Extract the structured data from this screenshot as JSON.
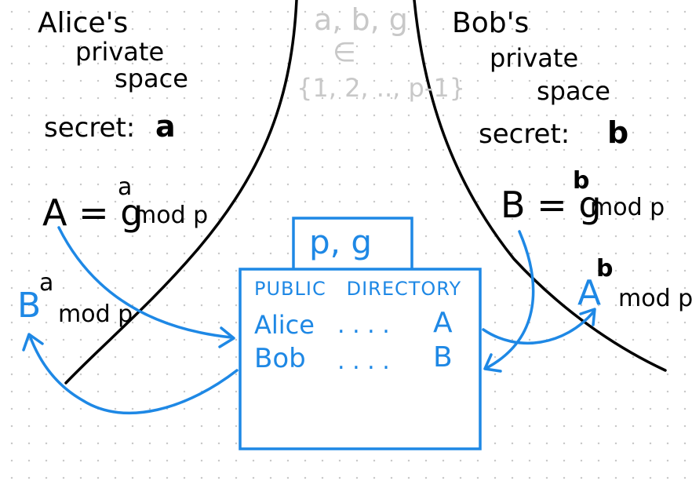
{
  "alice": {
    "title": "Alice's",
    "private": "private",
    "space": "space",
    "secret_label": "secret:",
    "secret_value": "a",
    "public_value": "A = g",
    "public_exp": "a",
    "public_mod": "mod p",
    "shared_base": "B",
    "shared_exp": "a",
    "shared_mod": "mod p"
  },
  "bob": {
    "title": "Bob's",
    "private": "private",
    "space": "space",
    "secret_label": "secret:",
    "secret_value": "b",
    "public_value": "B = g",
    "public_exp": "b",
    "public_mod": "mod p",
    "shared_base": "A",
    "shared_exp": "b",
    "shared_mod": "mod p"
  },
  "params": {
    "vars": "a, b, g",
    "in": "∈",
    "set": "{1, 2, .., p-1}"
  },
  "directory": {
    "tab_label": "p, g",
    "title": "PUBLIC   DIRECTORY",
    "rows": [
      {
        "name": "Alice",
        "dots": ". . . .",
        "value": "A"
      },
      {
        "name": "Bob",
        "dots": ". . . .",
        "value": "B"
      }
    ]
  },
  "colors": {
    "ink": "#000000",
    "accent": "#1e88e5",
    "muted": "#c8c8c8"
  }
}
